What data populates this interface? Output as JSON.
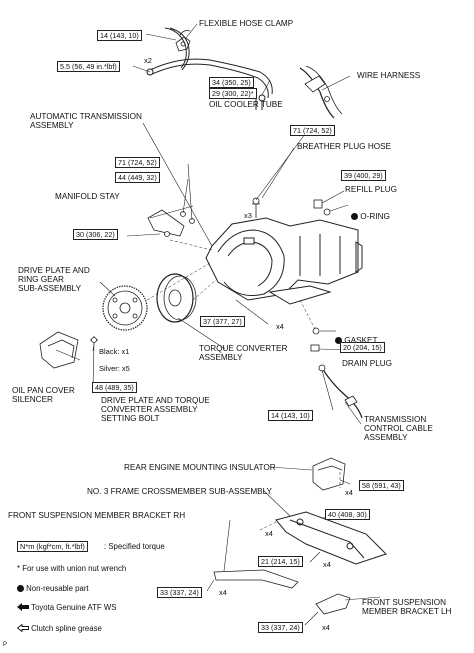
{
  "labels": {
    "flexible_hose_clamp": "FLEXIBLE HOSE CLAMP",
    "wire_harness": "WIRE HARNESS",
    "oil_cooler_tube": "OIL COOLER TUBE",
    "automatic_transmission": "AUTOMATIC TRANSMISSION\nASSEMBLY",
    "breather_plug_hose": "BREATHER PLUG HOSE",
    "refill_plug": "REFILL PLUG",
    "o_ring": "O-RING",
    "manifold_stay": "MANIFOLD STAY",
    "drive_plate": "DRIVE PLATE AND\nRING GEAR\nSUB-ASSEMBLY",
    "torque_converter": "TORQUE CONVERTER\nASSEMBLY",
    "gasket": "GASKET",
    "drain_plug": "DRAIN PLUG",
    "oil_pan_cover": "OIL PAN COVER\nSILENCER",
    "black_qty": "Black: x1",
    "silver_qty": "Silver: x5",
    "setting_bolt": "DRIVE PLATE AND TORQUE\nCONVERTER ASSEMBLY\nSETTING BOLT",
    "trans_cable": "TRANSMISSION\nCONTROL CABLE\nASSEMBLY",
    "rear_mounting": "REAR ENGINE MOUNTING INSULATOR",
    "crossmember": "NO. 3 FRAME CROSSMEMBER SUB-ASSEMBLY",
    "bracket_rh": "FRONT SUSPENSION MEMBER BRACKET RH",
    "bracket_lh": "FRONT SUSPENSION\nMEMBER BRACKET LH"
  },
  "torques": {
    "t_hose_clamp": "14 (143, 10)",
    "t_union": "5.5 (56, 49 in.*lbf)",
    "t_cooler_a": "34 (350, 25)",
    "t_cooler_b": "29 (300, 22)*",
    "t_breather": "71 (724, 52)",
    "t_stay_a": "71 (724, 52)",
    "t_stay_b": "44 (449, 32)",
    "t_stay_c": "30 (306, 22)",
    "t_refill": "39 (400, 29)",
    "t_housing": "37 (377, 27)",
    "t_drain": "20 (204, 15)",
    "t_setting": "48 (489, 35)",
    "t_cable": "14 (143, 10)",
    "t_rear_mount": "58 (591, 43)",
    "t_cross_a": "40 (408, 30)",
    "t_cross_b": "21 (214, 15)",
    "t_bracket_rh": "33 (337, 24)",
    "t_bracket_lh": "33 (337, 24)"
  },
  "quantities": {
    "q_hose": "x2",
    "q_breather": "x3",
    "q_housing": "x4",
    "q_rear": "x4",
    "q_cross_left": "x4",
    "q_cross_right": "x4",
    "q_rh": "x4",
    "q_lh": "x4"
  },
  "legend": {
    "torque_box": "N*m (kgf*cm, ft.*lbf)",
    "torque_desc": ": Specified torque",
    "union_note": "* For use with union nut wrench",
    "non_reusable": "Non-reusable part",
    "atf": "Toyota Genuine ATF WS",
    "grease": "Clutch spline grease"
  },
  "corner_mark": "P"
}
